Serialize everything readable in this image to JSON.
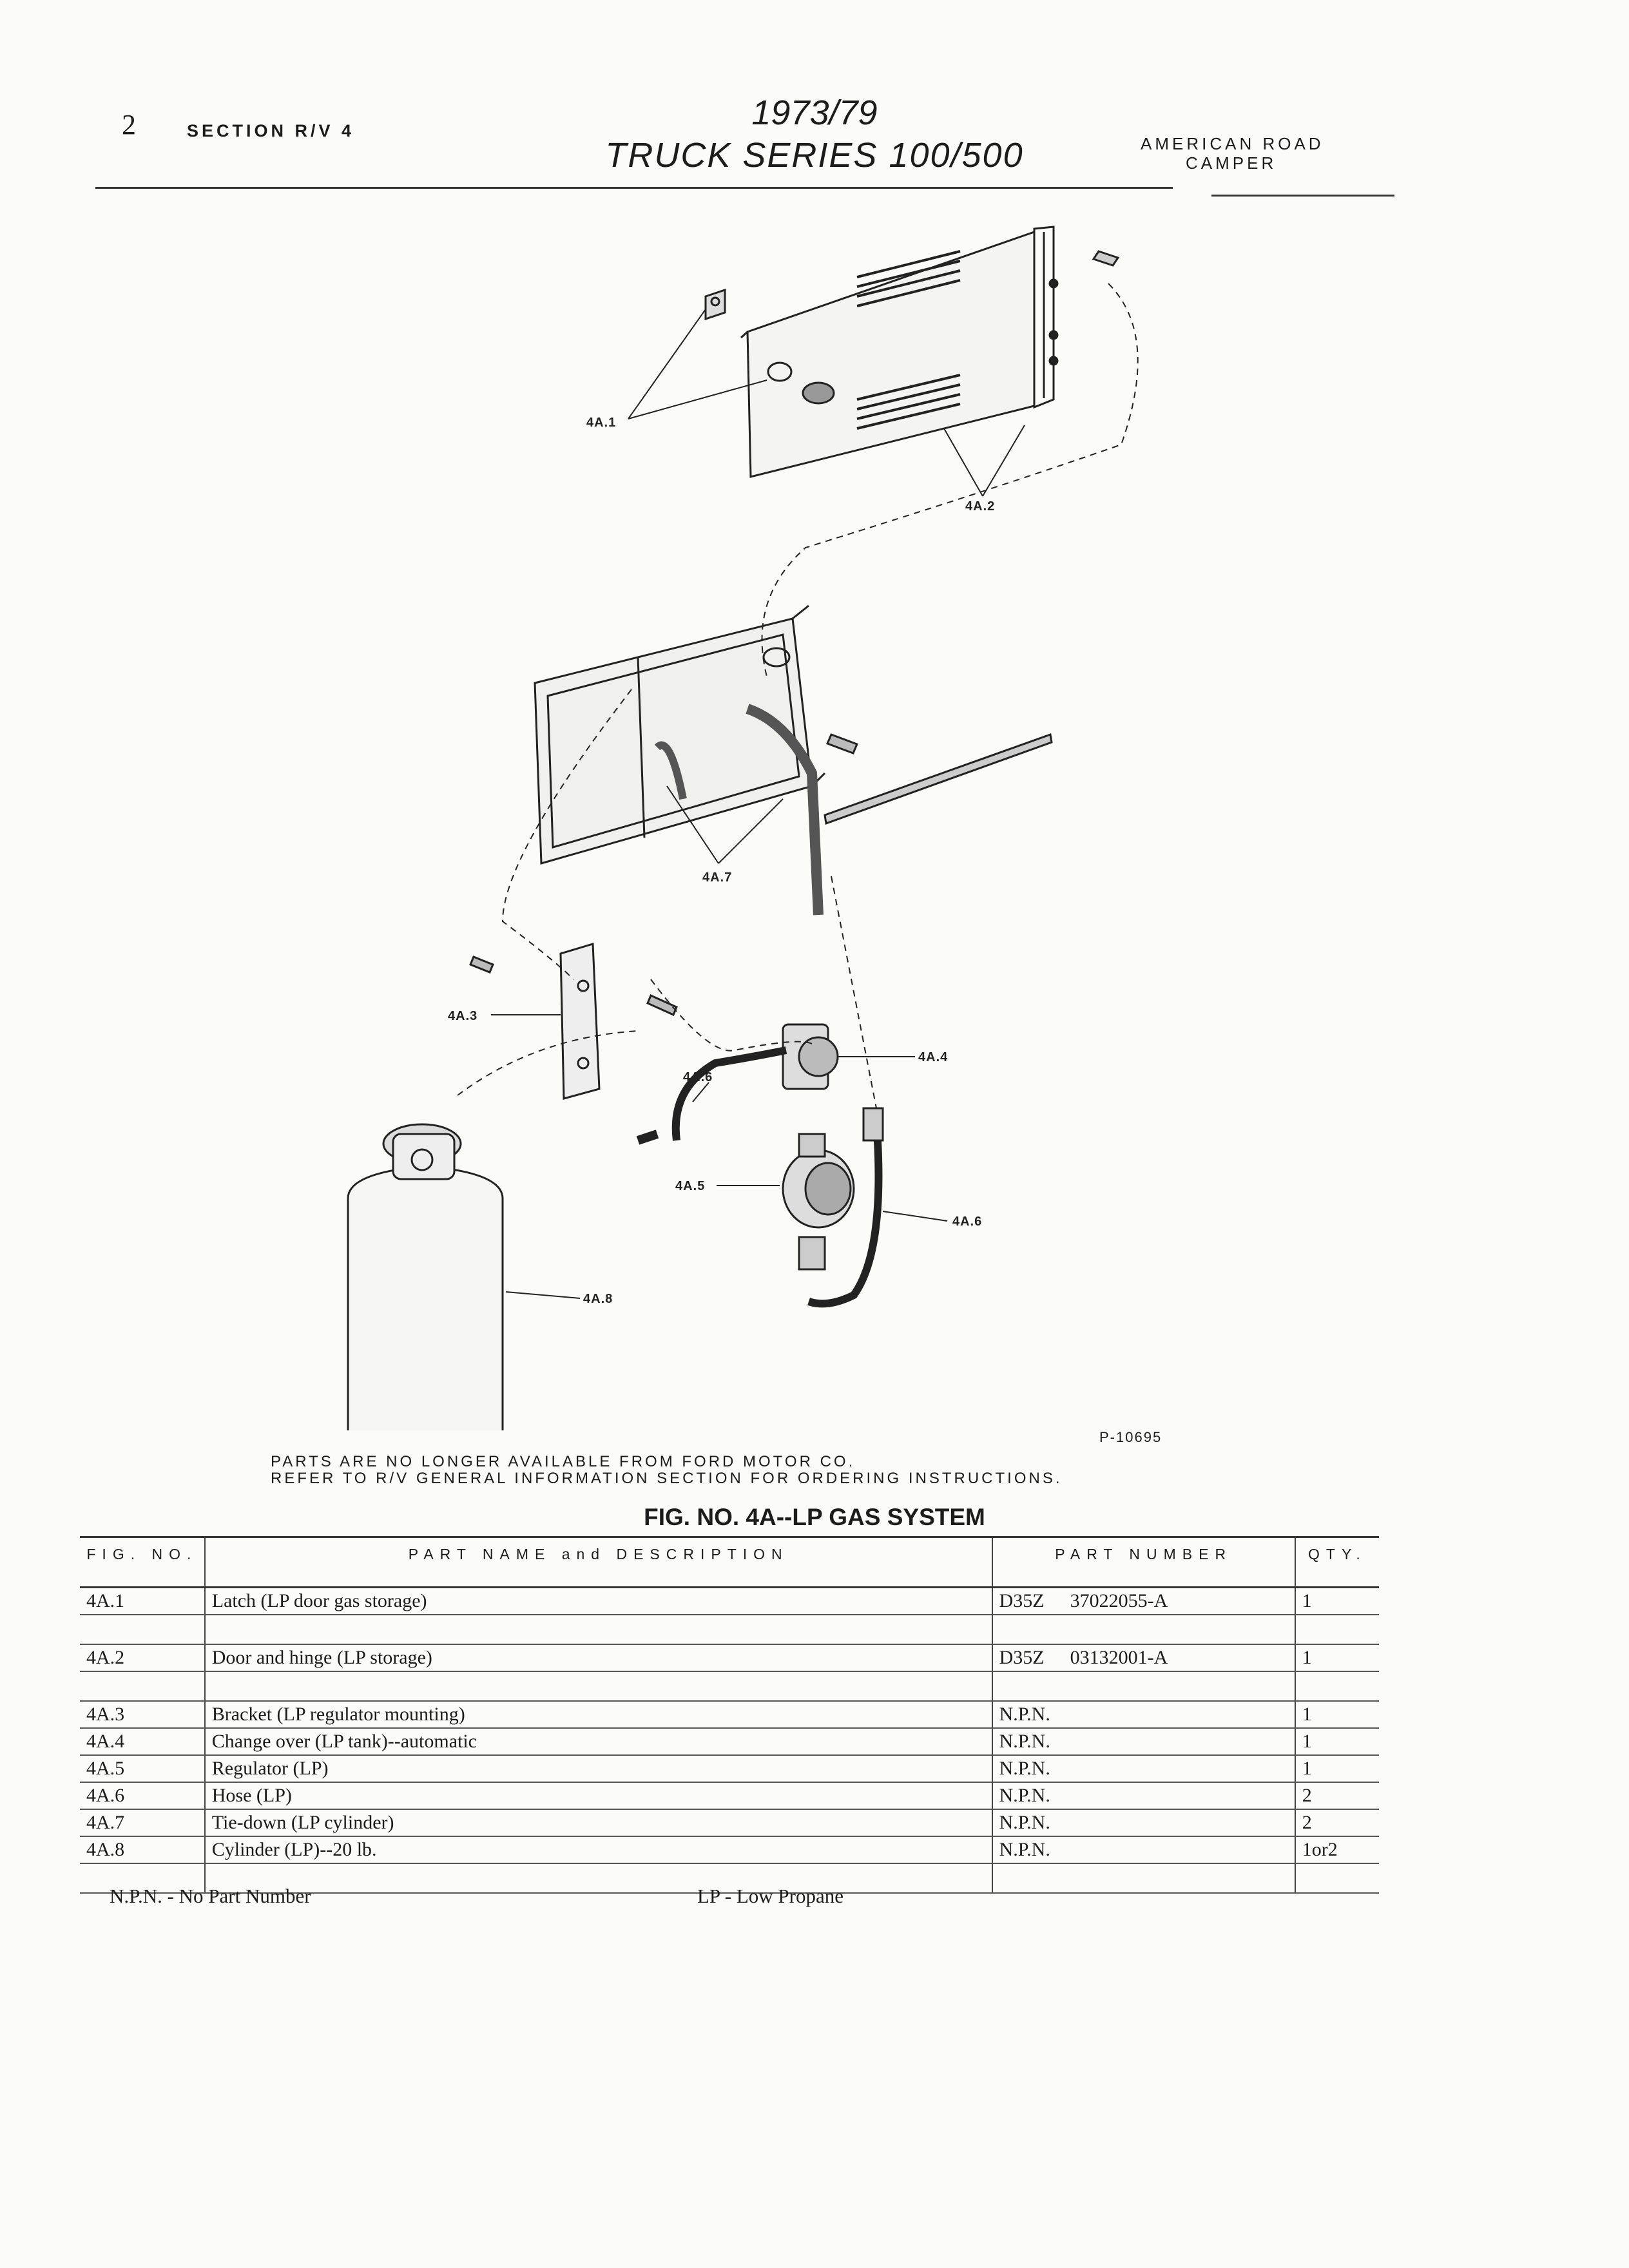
{
  "header": {
    "page_number": "2",
    "section": "SECTION R/V 4",
    "years": "1973/79",
    "series": "TRUCK SERIES 100/500",
    "brand_line1": "AMERICAN ROAD",
    "brand_line2": "CAMPER"
  },
  "figure": {
    "callouts": [
      "4A.1",
      "4A.2",
      "4A.7",
      "4A.3",
      "4A.6",
      "4A.4",
      "4A.5",
      "4A.6",
      "4A.8"
    ],
    "reference": "P-10695"
  },
  "notes": {
    "line1": "PARTS ARE NO LONGER AVAILABLE FROM FORD MOTOR CO.",
    "line2": "REFER TO R/V GENERAL INFORMATION SECTION FOR ORDERING INSTRUCTIONS."
  },
  "fig_title": "FIG. NO. 4A--LP GAS SYSTEM",
  "table": {
    "headers": [
      "FIG. NO.",
      "PART NAME and DESCRIPTION",
      "PART NUMBER",
      "QTY."
    ],
    "rows": [
      {
        "fig": "4A.1",
        "desc": "Latch (LP door gas storage)",
        "prefix": "D35Z",
        "number": "37022055-A",
        "qty": "1"
      },
      {
        "fig": "4A.2",
        "desc": "Door and hinge (LP storage)",
        "prefix": "D35Z",
        "number": "03132001-A",
        "qty": "1"
      },
      {
        "fig": "4A.3",
        "desc": "Bracket (LP regulator mounting)",
        "prefix": "N.P.N.",
        "number": "",
        "qty": "1"
      },
      {
        "fig": "4A.4",
        "desc": "Change over (LP tank)--automatic",
        "prefix": "N.P.N.",
        "number": "",
        "qty": "1"
      },
      {
        "fig": "4A.5",
        "desc": "Regulator (LP)",
        "prefix": "N.P.N.",
        "number": "",
        "qty": "1"
      },
      {
        "fig": "4A.6",
        "desc": "Hose (LP)",
        "prefix": "N.P.N.",
        "number": "",
        "qty": "2"
      },
      {
        "fig": "4A.7",
        "desc": "Tie-down (LP cylinder)",
        "prefix": "N.P.N.",
        "number": "",
        "qty": "2"
      },
      {
        "fig": "4A.8",
        "desc": "Cylinder (LP)--20 lb.",
        "prefix": "N.P.N.",
        "number": "",
        "qty": "1or2"
      }
    ]
  },
  "footer": {
    "left": "N.P.N. - No Part Number",
    "right": "LP - Low Propane"
  }
}
